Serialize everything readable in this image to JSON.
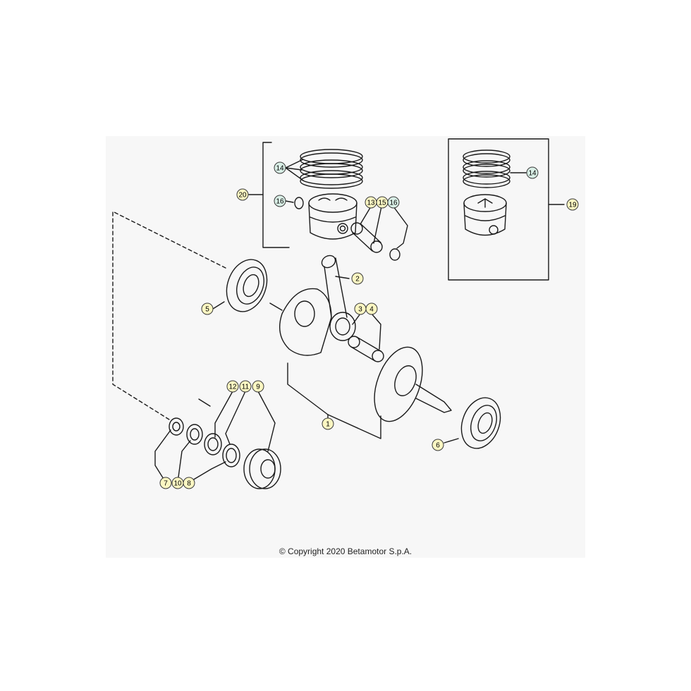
{
  "copyright": "© Copyright 2020 Betamotor S.p.A.",
  "colors": {
    "panel_background": "#f7f7f7",
    "callout_fill": "#fcf7c2",
    "callout_fill_alt": "#d9efe6",
    "callout_stroke": "#3a3a3a",
    "line": "#1a1a1a"
  },
  "callouts": [
    {
      "id": "c14a",
      "label": "14"
    },
    {
      "id": "c20",
      "label": "20"
    },
    {
      "id": "c16a",
      "label": "16"
    },
    {
      "id": "c13",
      "label": "13"
    },
    {
      "id": "c15",
      "label": "15"
    },
    {
      "id": "c16b",
      "label": "16"
    },
    {
      "id": "c14b",
      "label": "14"
    },
    {
      "id": "c19",
      "label": "19"
    },
    {
      "id": "c2",
      "label": "2"
    },
    {
      "id": "c5",
      "label": "5"
    },
    {
      "id": "c3",
      "label": "3"
    },
    {
      "id": "c4",
      "label": "4"
    },
    {
      "id": "c12",
      "label": "12"
    },
    {
      "id": "c11",
      "label": "11"
    },
    {
      "id": "c9",
      "label": "9"
    },
    {
      "id": "c1",
      "label": "1"
    },
    {
      "id": "c6",
      "label": "6"
    },
    {
      "id": "c7",
      "label": "7"
    },
    {
      "id": "c10",
      "label": "10"
    },
    {
      "id": "c8",
      "label": "8"
    }
  ]
}
